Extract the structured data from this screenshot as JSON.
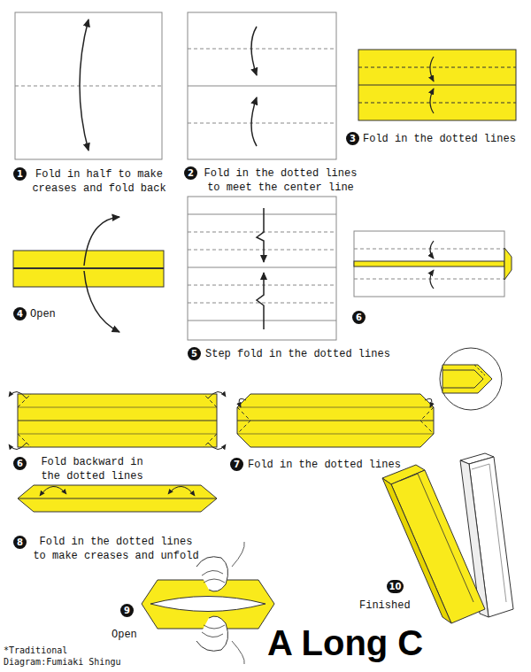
{
  "diagram": {
    "title": "A Long C",
    "nodes": [
      {
        "text": [
          "1"
        ]
      },
      {
        "text": [
          "2"
        ]
      },
      {
        "text": [
          "3"
        ]
      },
      {
        "text": [
          "4"
        ]
      },
      {
        "text": [
          "5"
        ]
      },
      {
        "text": [
          "6"
        ]
      },
      {
        "text": [
          "6"
        ]
      },
      {
        "text": [
          "7"
        ]
      },
      {
        "text": [
          "8"
        ]
      },
      {
        "text": [
          "9"
        ]
      },
      {
        "text": [
          "10"
        ]
      }
    ],
    "labels": [
      "Fold in half to make creases and fold back",
      "Fold in the dotted lines to meet the center line",
      "Fold in the dotted lines",
      "Open",
      "Step fold in the dotted lines",
      "Fold backward in the dotted lines",
      "Fold in the dotted lines",
      "Fold in the dotted lines to make creases and unfold",
      "Open",
      "Finished",
      "*Traditional",
      "Diagram:Fumiaki Shingu"
    ]
  }
}
